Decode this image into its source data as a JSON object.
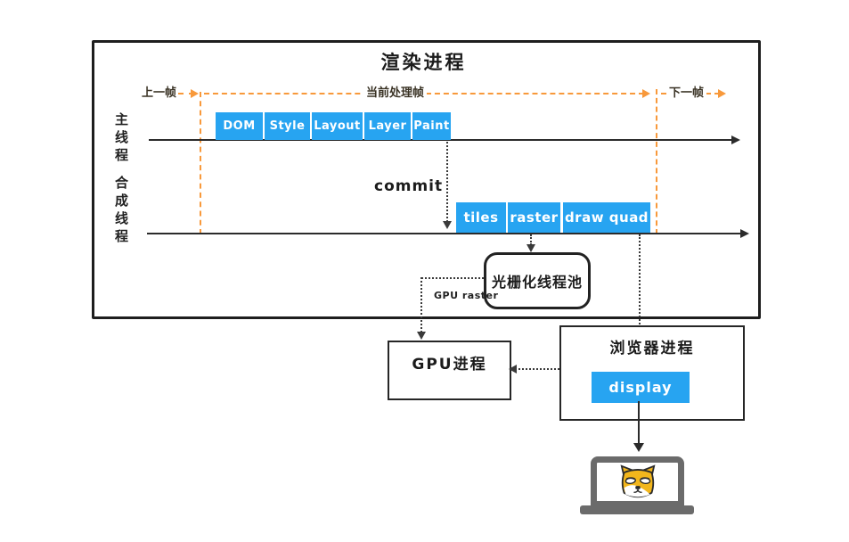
{
  "colors": {
    "blue": "#27a4f1",
    "orange": "#f8993b",
    "line_black": "#2b2b2b",
    "laptop_gray": "#6b6b6b",
    "dog_yellow": "#f2b61c"
  },
  "render_process": {
    "title": "渲染进程",
    "frame_markers": {
      "prev": "上一帧",
      "current": "当前处理帧",
      "next": "下一帧"
    },
    "main_thread": {
      "label": "主线程",
      "stages": [
        "DOM",
        "Style",
        "Layout",
        "Layer",
        "Paint"
      ]
    },
    "commit_label": "commit",
    "compositor_thread": {
      "label": "合成线程",
      "stages": [
        "tiles",
        "raster",
        "draw quad"
      ]
    },
    "raster_pool_label": "光栅化线程池",
    "gpu_raster_label": "GPU raster"
  },
  "gpu_process": {
    "label": "GPU进程"
  },
  "browser_process": {
    "label": "浏览器进程",
    "display_label": "display"
  },
  "laptop": {
    "icon": "shiba-dog-laptop-icon"
  }
}
